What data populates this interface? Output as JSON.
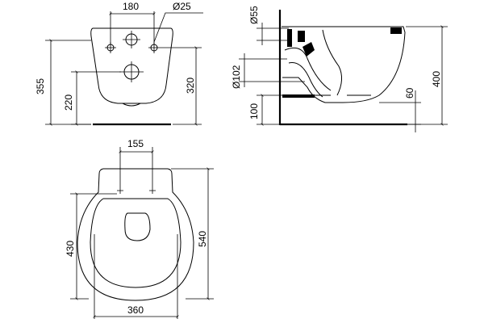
{
  "front_view": {
    "hole_spacing": "180",
    "hole_diameter": "Ø25",
    "total_height": "355",
    "lower_hole_height": "220",
    "upper_hole_height": "320"
  },
  "side_view": {
    "outlet_diameter": "Ø55",
    "waste_diameter": "Ø102",
    "bowl_height": "400",
    "waste_height": "100",
    "rim_offset": "60"
  },
  "top_view": {
    "hole_spacing": "155",
    "depth_to_holes": "430",
    "total_depth": "540",
    "width": "360"
  }
}
